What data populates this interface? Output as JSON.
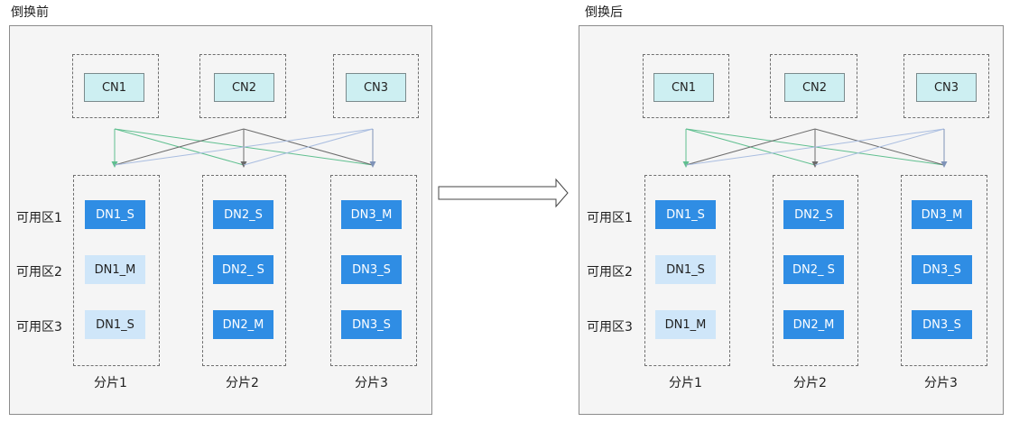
{
  "panels": [
    {
      "title": "倒换前",
      "cn": [
        "CN1",
        "CN2",
        "CN3"
      ],
      "zones": [
        "可用区1",
        "可用区2",
        "可用区3"
      ],
      "shards": [
        {
          "label": "分片1",
          "nodes": [
            {
              "text": "DN1_S",
              "style": "dark"
            },
            {
              "text": "DN1_M",
              "style": "light"
            },
            {
              "text": "DN1_S",
              "style": "light"
            }
          ]
        },
        {
          "label": "分片2",
          "nodes": [
            {
              "text": "DN2_S",
              "style": "dark"
            },
            {
              "text": "DN2_ S",
              "style": "dark"
            },
            {
              "text": "DN2_M",
              "style": "dark"
            }
          ]
        },
        {
          "label": "分片3",
          "nodes": [
            {
              "text": "DN3_M",
              "style": "dark"
            },
            {
              "text": "DN3_S",
              "style": "dark"
            },
            {
              "text": "DN3_S",
              "style": "dark"
            }
          ]
        }
      ]
    },
    {
      "title": "倒换后",
      "cn": [
        "CN1",
        "CN2",
        "CN3"
      ],
      "zones": [
        "可用区1",
        "可用区2",
        "可用区3"
      ],
      "shards": [
        {
          "label": "分片1",
          "nodes": [
            {
              "text": "DN1_S",
              "style": "dark"
            },
            {
              "text": "DN1_S",
              "style": "light"
            },
            {
              "text": "DN1_M",
              "style": "light"
            }
          ]
        },
        {
          "label": "分片2",
          "nodes": [
            {
              "text": "DN2_S",
              "style": "dark"
            },
            {
              "text": "DN2_ S",
              "style": "dark"
            },
            {
              "text": "DN2_M",
              "style": "dark"
            }
          ]
        },
        {
          "label": "分片3",
          "nodes": [
            {
              "text": "DN3_M",
              "style": "dark"
            },
            {
              "text": "DN3_S",
              "style": "dark"
            },
            {
              "text": "DN3_S",
              "style": "dark"
            }
          ]
        }
      ]
    }
  ],
  "colors": {
    "cn1_lines": "#5fbf8f",
    "cn2_lines": "#6b6b6b",
    "cn3_lines": "#a9bde0"
  }
}
